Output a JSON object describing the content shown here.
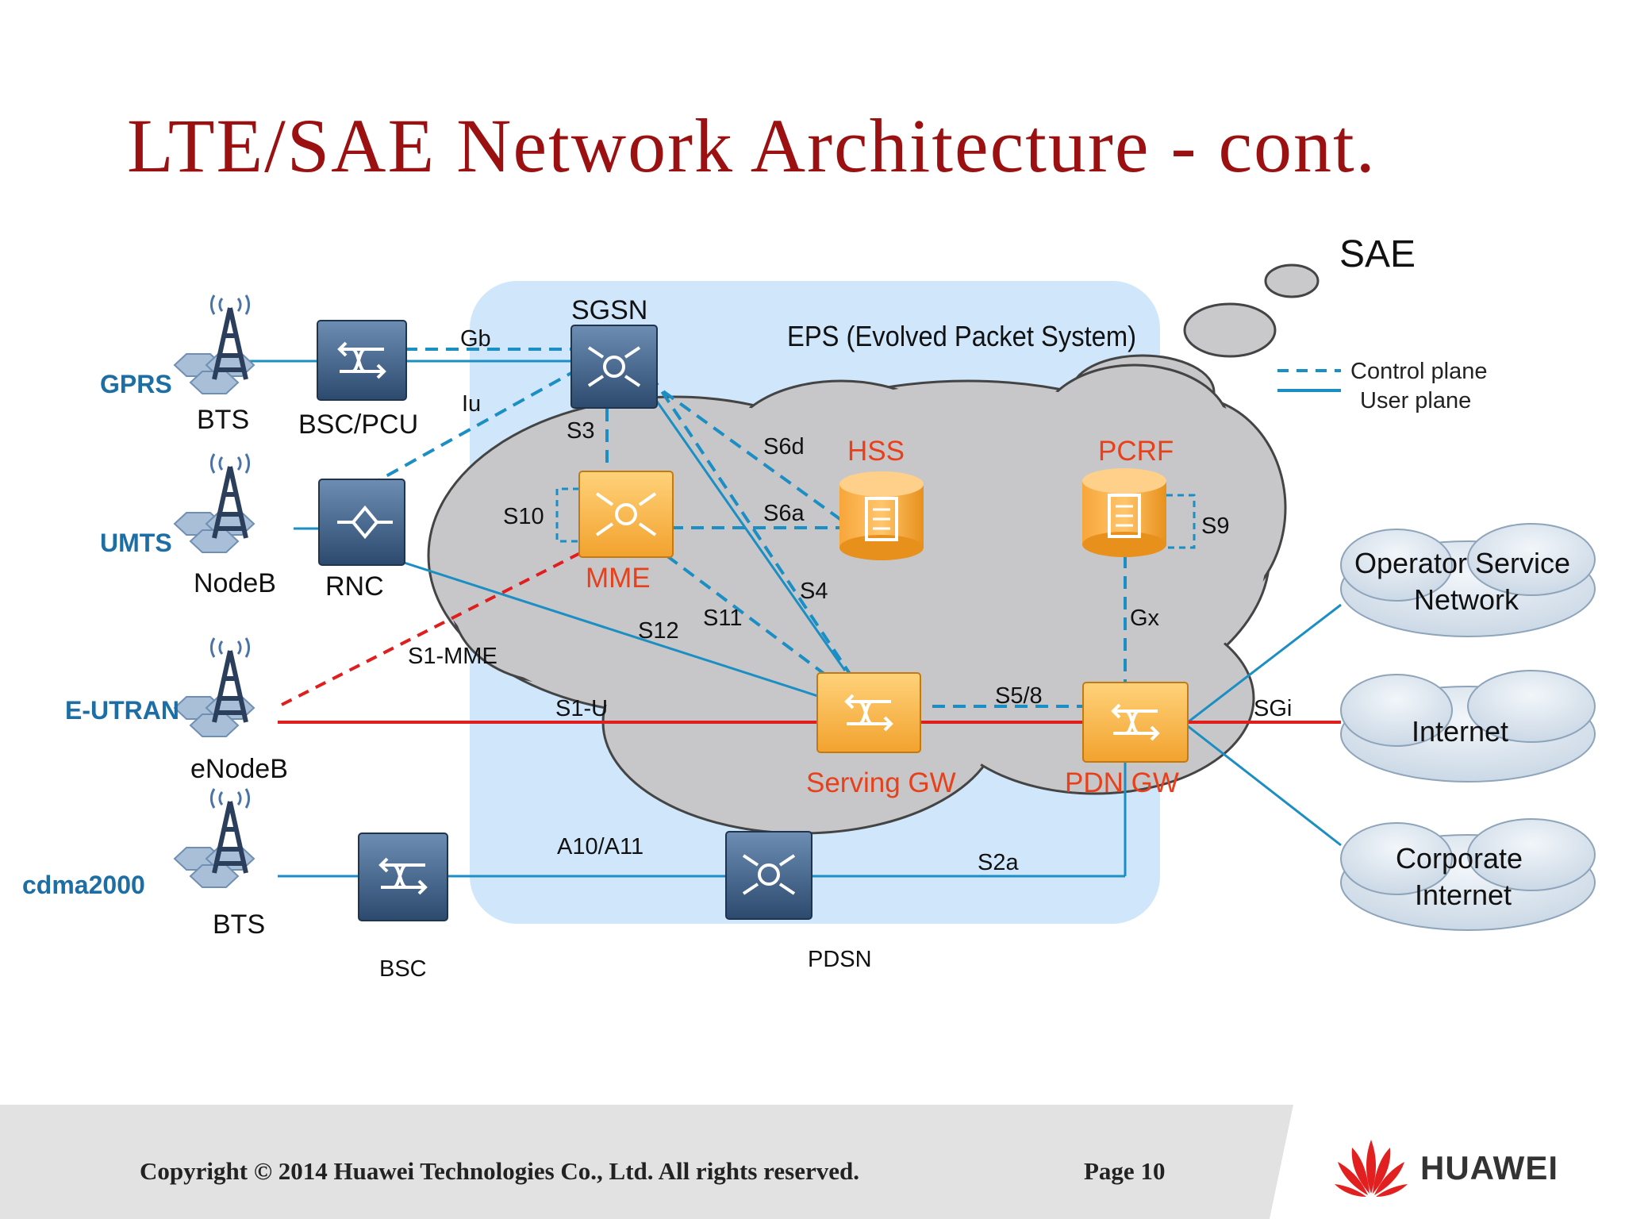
{
  "title": "LTE/SAE Network Architecture - cont.",
  "colors": {
    "title": "#9b1111",
    "control_plane": "#1b8ec3",
    "user_plane": "#1b8ec3",
    "s1_link": "#e01e1e",
    "node_orange": "#f5a623",
    "node_dark": "#3a5a80",
    "eps_box": "#cfe6fb",
    "cloud_grey": "#c7c7c9",
    "access_label": "#1c6ea4",
    "node_label_red": "#e8401a"
  },
  "legend": {
    "sae": "SAE",
    "control_plane": "Control plane",
    "user_plane": "User plane"
  },
  "eps_label": "EPS (Evolved Packet System)",
  "access_networks": [
    {
      "id": "gprs",
      "label": "GPRS",
      "station": "BTS",
      "controller": "BSC/PCU"
    },
    {
      "id": "umts",
      "label": "UMTS",
      "station": "NodeB",
      "controller": "RNC"
    },
    {
      "id": "eutran",
      "label": "E-UTRAN",
      "station": "eNodeB"
    },
    {
      "id": "cdma",
      "label": "cdma2000",
      "station": "BTS",
      "controller": "BSC"
    }
  ],
  "core_nodes": {
    "sgsn": "SGSN",
    "mme": "MME",
    "hss": "HSS",
    "pcrf": "PCRF",
    "sgw": "Serving GW",
    "pgw": "PDN GW",
    "pdsn": "PDSN"
  },
  "interfaces": {
    "gb": "Gb",
    "iu": "Iu",
    "s3": "S3",
    "s6d": "S6d",
    "s6a": "S6a",
    "s10": "S10",
    "s9": "S9",
    "s4": "S4",
    "s11": "S11",
    "s12": "S12",
    "gx": "Gx",
    "s1mme": "S1-MME",
    "s1u": "S1-U",
    "s58": "S5/8",
    "sgi": "SGi",
    "a10a11": "A10/A11",
    "s2a": "S2a"
  },
  "external_networks": {
    "operator": [
      "Operator Service",
      "Network"
    ],
    "internet": "Internet",
    "corporate": [
      "Corporate",
      "Internet"
    ]
  },
  "footer": {
    "copyright": "Copyright © 2014 Huawei Technologies Co., Ltd. All rights reserved.",
    "page": "Page 10",
    "logo": "HUAWEI"
  }
}
